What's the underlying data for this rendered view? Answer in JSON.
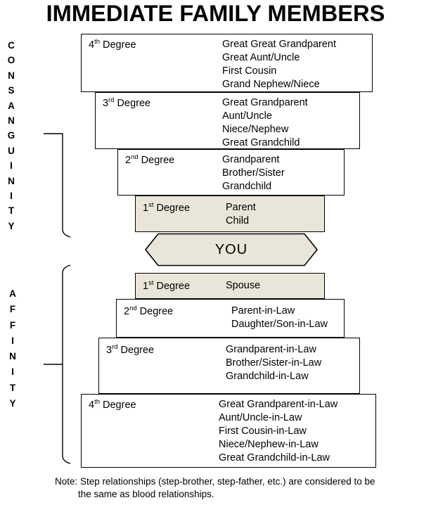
{
  "title": "IMMEDIATE FAMILY MEMBERS",
  "left_labels": {
    "consanguinity": "CONSANGUINITY",
    "affinity": "AFFINITY"
  },
  "you_label": "YOU",
  "boxes": [
    {
      "deg_num": "4",
      "deg_sup": "th",
      "deg_word": "Degree",
      "items": [
        "Great Great Grandparent",
        "Great Aunt/Uncle",
        "First Cousin",
        "Grand Nephew/Niece"
      ]
    },
    {
      "deg_num": "3",
      "deg_sup": "rd",
      "deg_word": "Degree",
      "items": [
        "Great Grandparent",
        "Aunt/Uncle",
        "Niece/Nephew",
        "Great Grandchild"
      ]
    },
    {
      "deg_num": "2",
      "deg_sup": "nd",
      "deg_word": "Degree",
      "items": [
        "Grandparent",
        "Brother/Sister",
        "Grandchild"
      ]
    },
    {
      "deg_num": "1",
      "deg_sup": "st",
      "deg_word": "Degree",
      "items": [
        "Parent",
        "Child"
      ]
    },
    {
      "deg_num": "1",
      "deg_sup": "st",
      "deg_word": "Degree",
      "items": [
        "Spouse"
      ]
    },
    {
      "deg_num": "2",
      "deg_sup": "nd",
      "deg_word": "Degree",
      "items": [
        "Parent-in-Law",
        "Daughter/Son-in-Law"
      ]
    },
    {
      "deg_num": "3",
      "deg_sup": "rd",
      "deg_word": "Degree",
      "items": [
        "Grandparent-in-Law",
        "Brother/Sister-in-Law",
        "Grandchild-in-Law"
      ]
    },
    {
      "deg_num": "4",
      "deg_sup": "th",
      "deg_word": "Degree",
      "items": [
        "Great Grandparent-in-Law",
        "Aunt/Uncle-in-Law",
        "First Cousin-in-Law",
        "Niece/Nephew-in-Law",
        "Great Grandchild-in-Law"
      ]
    }
  ],
  "note": {
    "line1": "Note: Step relationships (step-brother, step-father, etc.) are considered to be",
    "line2": "the same as blood relationships."
  },
  "colors": {
    "highlight_fill": "#e9e5d8",
    "box_border": "#000000",
    "background": "#ffffff"
  }
}
